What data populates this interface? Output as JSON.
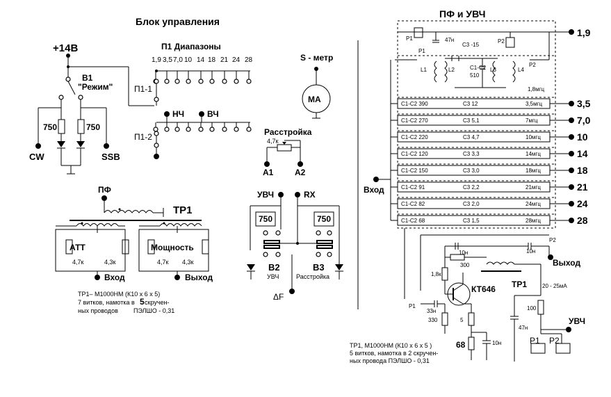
{
  "left_section": {
    "title": "Блок управления",
    "supply": "+14В",
    "b1_label": "В1",
    "b1_mode": "\"Режим\"",
    "r750_a": "750",
    "r750_b": "750",
    "cw": "CW",
    "ssb": "SSB",
    "p1_title": "П1 Диапазоны",
    "p1_1": "П1-1",
    "p1_2": "П1-2",
    "bands": [
      "1,9",
      "3,5",
      "7,0",
      "10",
      "14",
      "18",
      "21",
      "24",
      "28"
    ],
    "nch": "НЧ",
    "vch": "ВЧ",
    "smeter": "S - метр",
    "ma": "MA",
    "tuning": "Расстройка",
    "r47k": "4,7к",
    "a1": "A1",
    "a2": "A2",
    "pf": "ПФ",
    "tp1": "ТР1",
    "att": "АТТ",
    "power": "Мощность",
    "r47k_att": "4,7к",
    "r43k_att": "4,3к",
    "r47k_pow": "4,7к",
    "r43k_pow": "4,3к",
    "in": "Вход",
    "out": "Выход",
    "uvch": "УВЧ",
    "rx": "RX",
    "r750_c": "750",
    "r750_d": "750",
    "b2": "В2",
    "b2_sub": "УВЧ",
    "b3": "В3",
    "b3_sub": "Расстройка",
    "delta_f": "ΔF",
    "note_lines": [
      "ТР1– М1000НМ (К10 х 6 х 5)",
      "7 витков, намотка в",
      "5",
      " скручен-",
      "ных проводов",
      "ПЭЛШО - 0,31"
    ]
  },
  "right_section": {
    "title": "ПФ и УВЧ",
    "out_19": "1,9",
    "p1": "P1",
    "p2": "P2",
    "c47n": "47н",
    "c315": "С3 -15",
    "c1c2": "С1-С2",
    "c510": "510",
    "l1": "L1",
    "l2": "L2",
    "l3": "L3",
    "l4": "L4",
    "mhz18": "1,8мгц",
    "rows": [
      {
        "c1c2": "С1-С2  390",
        "c3": "С3  12",
        "mhz": "3,5мгц",
        "band": "3,5"
      },
      {
        "c1c2": "С1-С2  270",
        "c3": "С3  5,1",
        "mhz": "7мгц",
        "band": "7,0"
      },
      {
        "c1c2": "С1-С2  220",
        "c3": "С3  4,7",
        "mhz": "10мгц",
        "band": "10"
      },
      {
        "c1c2": "С1-С2  120",
        "c3": "С3  3,3",
        "mhz": "14мгц",
        "band": "14"
      },
      {
        "c1c2": "С1-С2  150",
        "c3": "С3  3,0",
        "mhz": "18мгц",
        "band": "18"
      },
      {
        "c1c2": "С1-С2   91",
        "c3": "С3  2,2",
        "mhz": "21мгц",
        "band": "21"
      },
      {
        "c1c2": "С1-С2   82",
        "c3": "С3  2,0",
        "mhz": "24мгц",
        "band": "24"
      },
      {
        "c1c2": "С1-С2   68",
        "c3": "С3  1,5",
        "mhz": "28мгц",
        "band": "28"
      }
    ],
    "vhod": "Вход",
    "c10n_a": "10н",
    "c10n_b": "10н",
    "r300": "300",
    "r18k": "1,8к",
    "kt646": "КТ646",
    "tp1": "ТР1",
    "current": "20 - 25мА",
    "vyhod": "Выход",
    "p1b": "P1",
    "p2b": "P2",
    "c33n": "33н",
    "r330": "330",
    "r5": "5",
    "r68": "68",
    "c10n_c": "10н",
    "c47n_b": "47н",
    "r100": "100",
    "uvch": "УВЧ",
    "p1c": "Р1",
    "p2c": "Р2",
    "note_lines": [
      "ТР1,  М1000НМ (К10 х 6 х 5 )",
      "5 витков, намотка в 2 скручен-",
      "ных провода  ПЭЛШО - 0,31"
    ]
  }
}
